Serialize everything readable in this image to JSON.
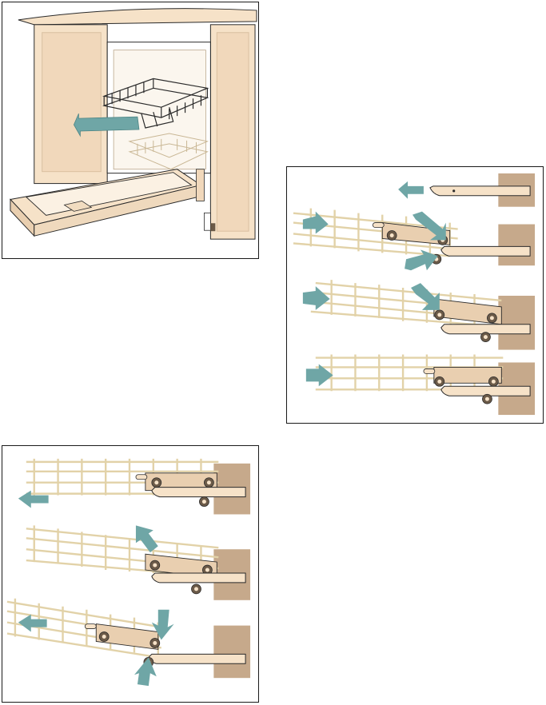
{
  "colors": {
    "cabinet": "#f6e2c8",
    "cabinet_shade": "#e9cfb0",
    "wall": "#c6a98b",
    "rack_wire": "#e2d2a8",
    "arrow": "#6fa6a6",
    "roller": "#6b5a48",
    "line": "#2a2a2a"
  },
  "panels": [
    {
      "name": "remove-upper-rack-overview",
      "arrow_icons": [
        "arrow-left-icon"
      ]
    },
    {
      "name": "insert-rack-steps",
      "steps": 4,
      "arrow_icons": [
        "arrow-left-icon",
        "arrow-right-icon",
        "arrow-down-right-icon",
        "arrow-up-right-icon"
      ]
    },
    {
      "name": "remove-rack-steps",
      "steps": 3,
      "arrow_icons": [
        "arrow-left-icon",
        "arrow-up-right-icon",
        "arrow-down-icon",
        "arrow-up-icon"
      ]
    }
  ]
}
